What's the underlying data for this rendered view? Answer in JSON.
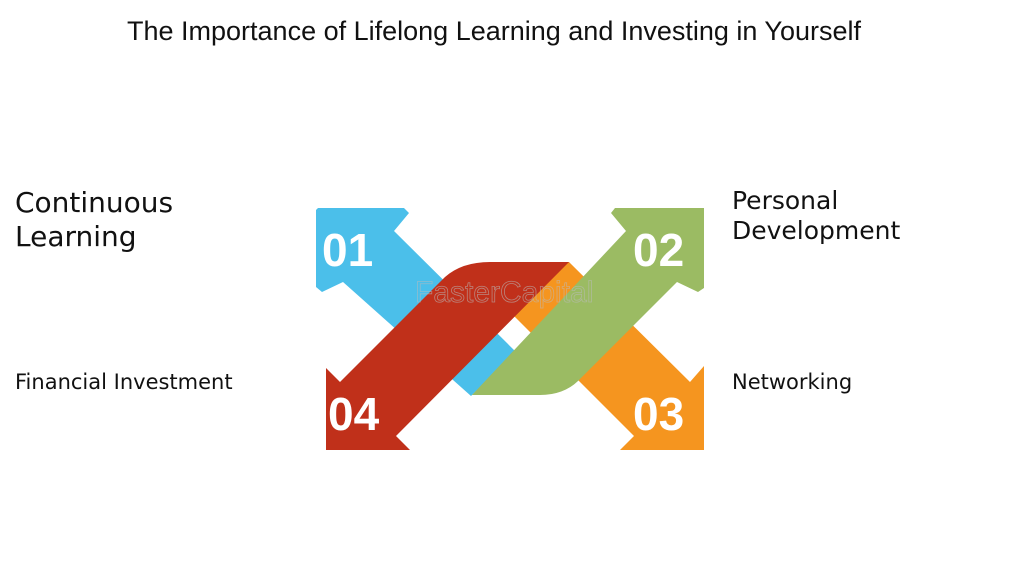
{
  "title": "The Importance of Lifelong Learning and Investing in Yourself",
  "items": [
    {
      "number": "01",
      "label": "Continuous Learning",
      "color": "#4BBFEA"
    },
    {
      "number": "02",
      "label": "Personal Development",
      "color": "#9BBB63"
    },
    {
      "number": "03",
      "label": "Networking",
      "color": "#F5951F"
    },
    {
      "number": "04",
      "label": "Financial Investment",
      "color": "#C0301A"
    }
  ],
  "watermark": "FasterCapital"
}
